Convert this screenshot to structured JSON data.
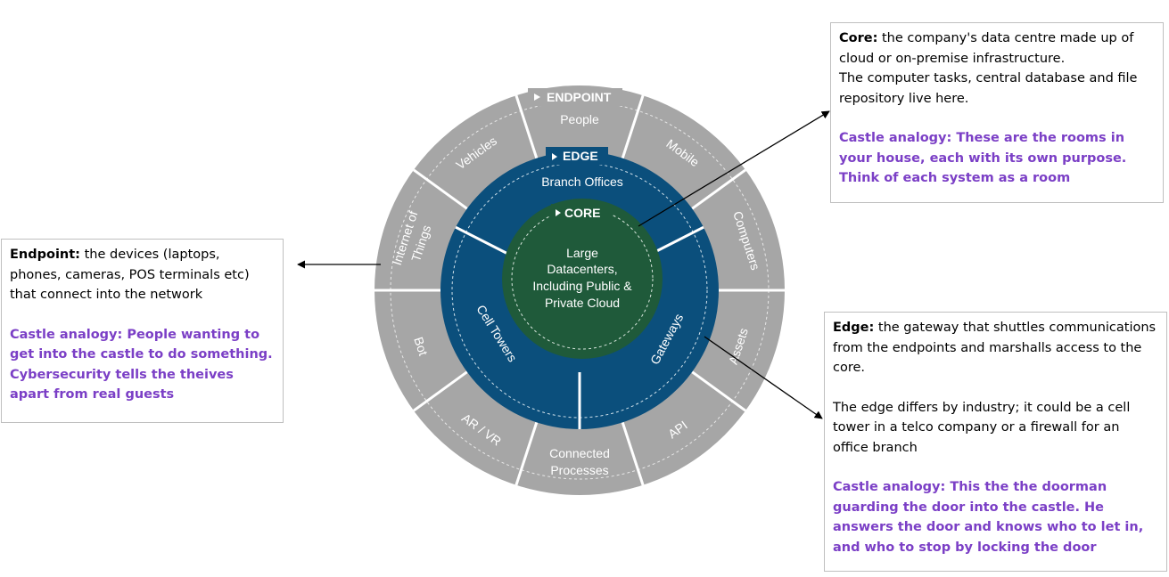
{
  "diagram": {
    "rings": {
      "endpoint": {
        "title": "ENDPOINT",
        "segments": [
          "People",
          "Mobile",
          "Computers",
          "Assets",
          "API",
          "Connected Processes",
          "AR / VR",
          "Bot",
          "Internet of Things",
          "Vehicles"
        ]
      },
      "edge": {
        "title": "EDGE",
        "segments": [
          "Branch Offices",
          "Gateways",
          "Cell Towers"
        ]
      },
      "core": {
        "title": "CORE",
        "text": [
          "Large",
          "Datacenters,",
          "Including Public &",
          "Private Cloud"
        ]
      }
    },
    "colors": {
      "endpoint_ring": "#a6a6a6",
      "edge_ring": "#0b4f7c",
      "core_circle": "#1f5a3a",
      "analogy_text": "#7b3fc6",
      "arrow": "#000000"
    }
  },
  "callouts": {
    "endpoint": {
      "term": "Endpoint:",
      "description": " the devices (laptops, phones, cameras, POS terminals etc) that connect into the network",
      "analogy": "Castle analogy: People wanting to get into the castle to do something. Cybersecurity tells the theives apart from real guests"
    },
    "core": {
      "term": "Core:",
      "description": " the company's data centre made up of cloud or on-premise infrastructure.",
      "description2": "The computer tasks, central database and file repository live here.",
      "analogy": "Castle analogy: These are the rooms in your house, each with its own purpose. Think of each system as a room"
    },
    "edge": {
      "term": "Edge:",
      "description": " the gateway that shuttles communications from the endpoints and marshalls access to the core.",
      "description2": "The edge differs by industry; it could be a cell tower in a telco company or a firewall for an office branch",
      "analogy": "Castle analogy: This the the doorman guarding the door into the castle. He answers the door and knows who to let in, and who to stop by locking the door"
    }
  }
}
